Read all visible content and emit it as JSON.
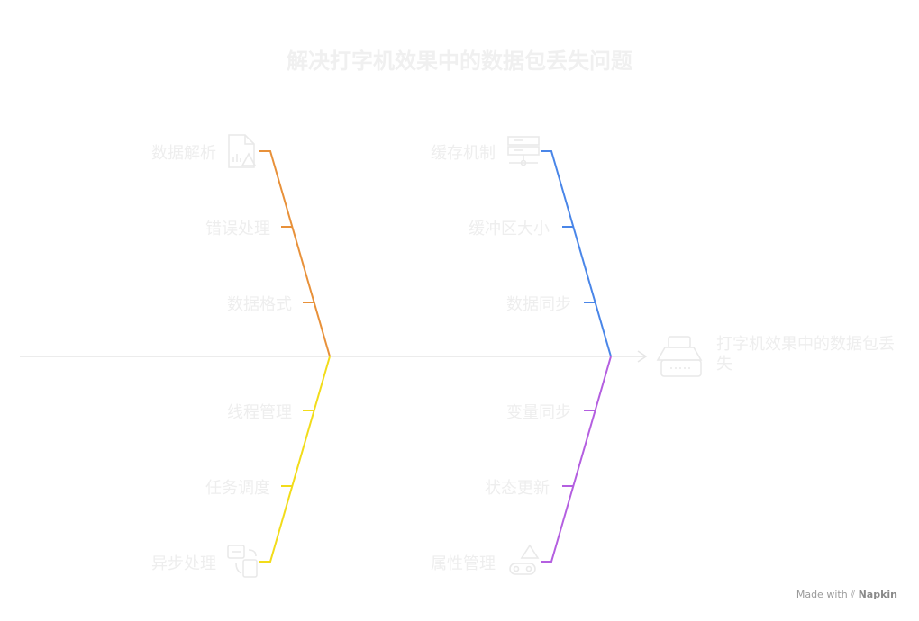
{
  "title": "解决打字机效果中的数据包丢失问题",
  "effect": "打字机效果中的数据包丢失",
  "colors": {
    "spine": "#e6e6e6",
    "orange": "#e8913a",
    "blue": "#4a86e8",
    "yellow": "#f2dc1a",
    "purple": "#b45fe0",
    "text": "#eeeeee",
    "icon": "#e9e9e9"
  },
  "categories": {
    "top_left": {
      "color": "orange",
      "icon": "document-alert-icon",
      "items": [
        "数据解析",
        "错误处理",
        "数据格式"
      ]
    },
    "top_right": {
      "color": "blue",
      "icon": "database-server-icon",
      "items": [
        "缓存机制",
        "缓冲区大小",
        "数据同步"
      ]
    },
    "bottom_left": {
      "color": "yellow",
      "icon": "sync-devices-icon",
      "items": [
        "线程管理",
        "任务调度",
        "异步处理"
      ]
    },
    "bottom_right": {
      "color": "purple",
      "icon": "shapes-icon",
      "items": [
        "变量同步",
        "状态更新",
        "属性管理"
      ]
    }
  },
  "footer": {
    "made_with": "Made with",
    "brand": "Napkin"
  }
}
